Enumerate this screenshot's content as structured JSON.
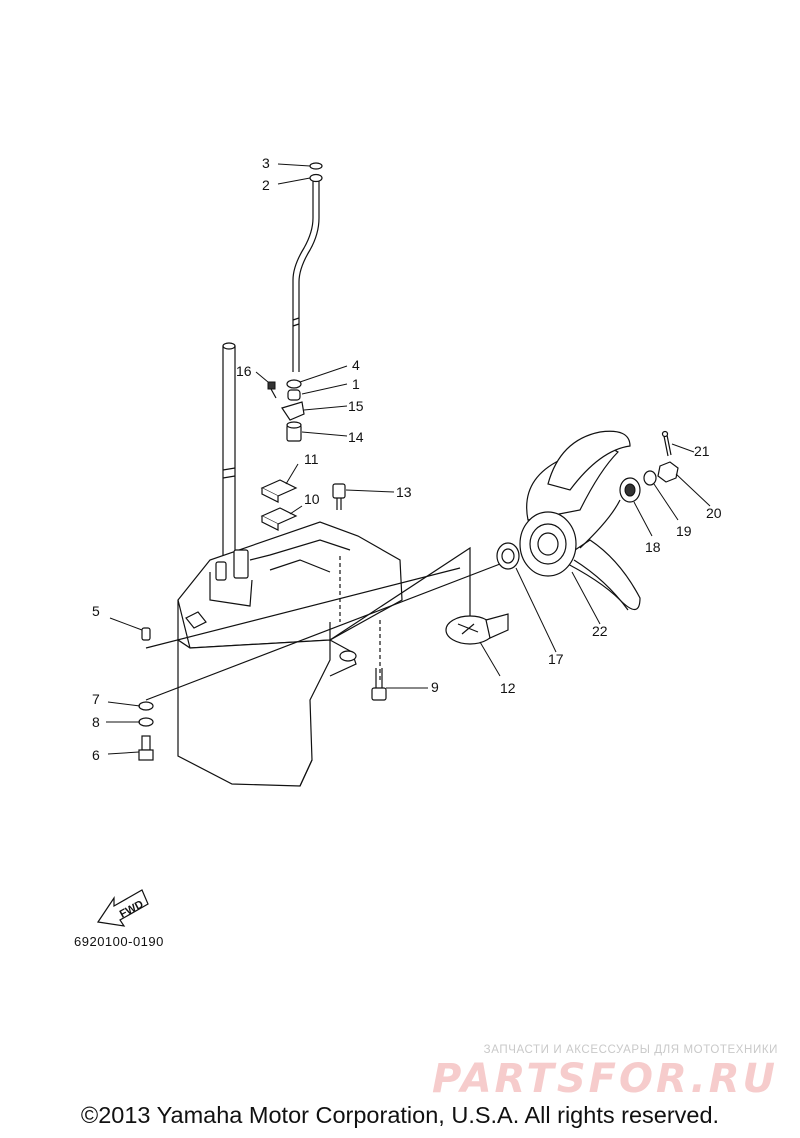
{
  "callouts": {
    "p1": "1",
    "p2": "2",
    "p3": "3",
    "p4": "4",
    "p5": "5",
    "p6": "6",
    "p7": "7",
    "p8": "8",
    "p9": "9",
    "p10": "10",
    "p11": "11",
    "p12": "12",
    "p13": "13",
    "p14": "14",
    "p15": "15",
    "p16": "16",
    "p17": "17",
    "p18": "18",
    "p19": "19",
    "p20": "20",
    "p21": "21",
    "p22": "22"
  },
  "fwd_label": "FWD",
  "drawing_number": "6920100-0190",
  "watermark": {
    "tagline": "ЗАПЧАСТИ И АКСЕССУАРЫ ДЛЯ МОТОТЕХНИКИ",
    "logo": "PARTSFOR.RU"
  },
  "copyright": "©2013 Yamaha Motor Corporation, U.S.A. All rights reserved."
}
